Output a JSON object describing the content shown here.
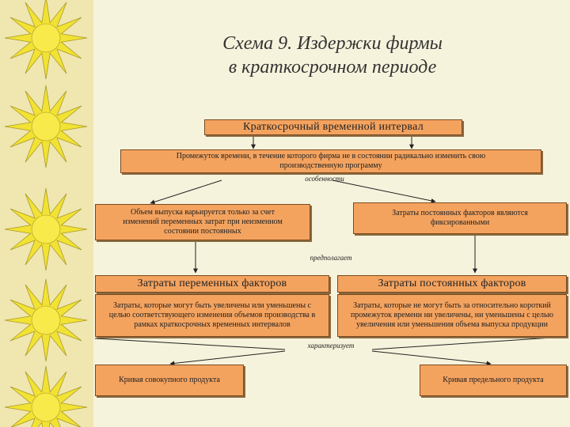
{
  "title": {
    "line1": "Схема 9. Издержки фирмы",
    "line2": "в краткосрочном периоде"
  },
  "nodes": {
    "short_term_interval": "Краткосрочный временной интервал",
    "definition": "Промежуток времени, в течение которого фирма не в состоянии радикально изменить свою производственную программу",
    "variable_output": "Объем выпуска варьируется только за счет изменений переменных затрат при неизменном состоянии постоянных",
    "fixed_costs_fixed": "Затраты постоянных факторов являются фиксированными",
    "variable_costs_header": "Затраты переменных факторов",
    "fixed_costs_header": "Затраты постоянных факторов",
    "variable_costs_desc": "Затраты, которые могут быть увеличены или уменьшены с целью соответствующего изменения объемов производства в рамках краткосрочных временных интервалов",
    "fixed_costs_desc": "Затраты, которые не могут быть за относительно короткий промежуток времени ни увеличены, ни уменьшены с целью увеличения или уменьшения объема выпуска продукции",
    "total_product_curve": "Кривая совокупного продукта",
    "marginal_product_curve": "Кривая предельного продукта"
  },
  "edge_labels": {
    "features": "особенности",
    "implies": "предполагает",
    "characterizes": "характеризует"
  },
  "colors": {
    "box_fill": "#f4a35f",
    "background": "#f6f3dc",
    "sun": "#f2e233",
    "sun_stroke": "#a89a2a"
  }
}
